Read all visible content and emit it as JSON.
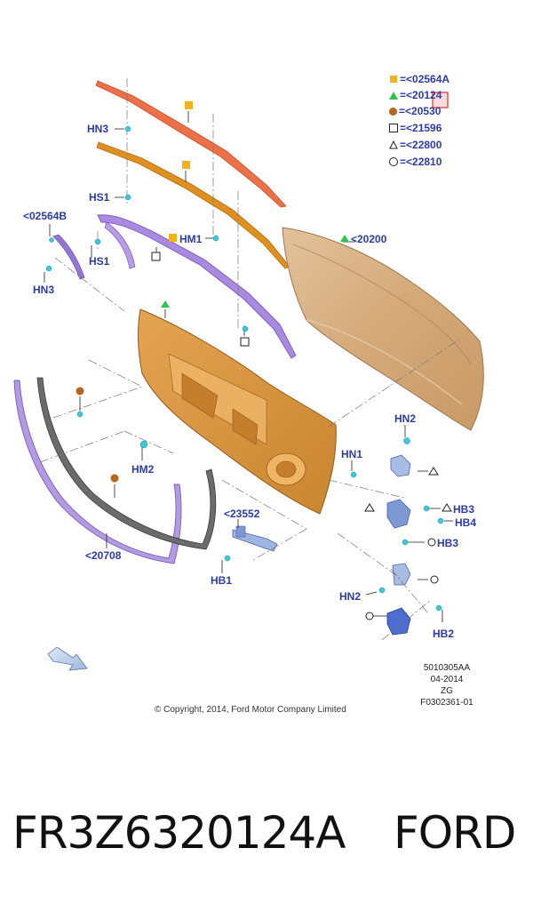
{
  "legend": [
    {
      "symbol": "filled-square",
      "color": "#f2b21b",
      "text": "=<02564A"
    },
    {
      "symbol": "filled-triangle",
      "color": "#2ec44a",
      "text": "=<20124"
    },
    {
      "symbol": "filled-circle",
      "color": "#b5651d",
      "text": "=<20530"
    },
    {
      "symbol": "open-square",
      "color": "#222222",
      "text": "=<21596"
    },
    {
      "symbol": "open-triangle",
      "color": "#222222",
      "text": "=<22800"
    },
    {
      "symbol": "open-circle",
      "color": "#222222",
      "text": "=<22810"
    }
  ],
  "labels": {
    "hn3_top": "HN3",
    "hs1_top": "HS1",
    "ref_02564b": "<02564B",
    "hs1_left": "HS1",
    "hn3_left": "HN3",
    "hm1": "HM1",
    "ref_20200": "<20200",
    "hm2": "HM2",
    "ref_20708": "<20708",
    "ref_23552": "<23552",
    "hb1": "HB1",
    "hn2_top": "HN2",
    "hn1": "HN1",
    "hb3_upper": "HB3",
    "hb4": "HB4",
    "hb3_lower": "HB3",
    "hn2_lower": "HN2",
    "hb2": "HB2"
  },
  "meta": {
    "line1": "5010305AA",
    "line2": "04-2014",
    "line3": "ZG",
    "line4": "F0302361-01"
  },
  "copyright": "© Copyright, 2014, Ford Motor Company Limited",
  "footer": {
    "part_number": "FR3Z6320124A",
    "brand": "FORD"
  },
  "colors": {
    "label_blue": "#2b3ba8",
    "door_skin": "#d9b48a",
    "inner_panel": "#d89a45",
    "orange_strip": "#e8623a",
    "amber_strip": "#d88a1a",
    "purple_part": "#9b7ad6",
    "fastener_cyan": "#3cc8d8",
    "highlight_red": "#e03030"
  }
}
